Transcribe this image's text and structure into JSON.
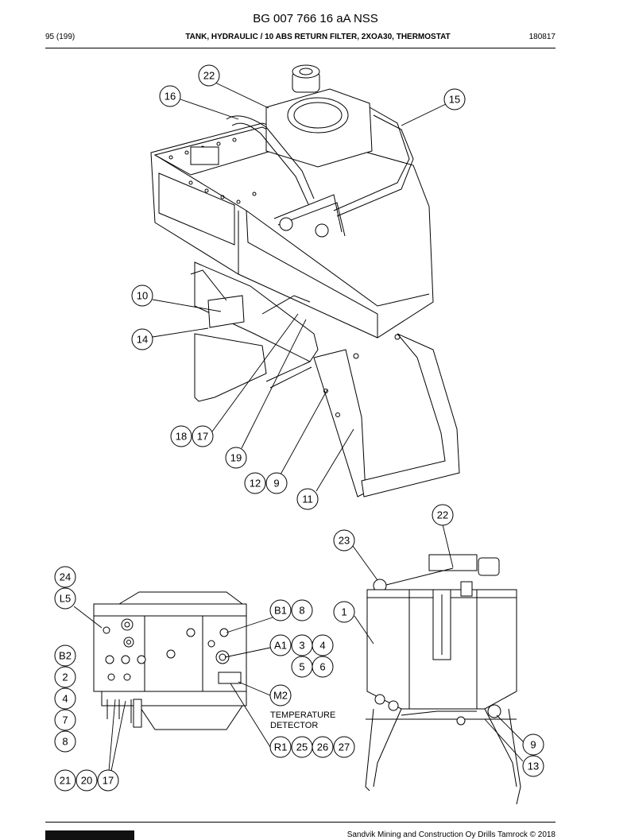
{
  "header": {
    "title": "BG 007 766 16 aA NSS",
    "page": "95 (199)",
    "subtitle": "TANK, HYDRAULIC / 10 ABS RETURN FILTER, 2XOA30, THERMOSTAT",
    "code": "180817"
  },
  "footer": {
    "copyright": "Sandvik Mining and Construction Oy Drills Tamrock © 2018"
  },
  "note": {
    "line1": "TEMPERATURE",
    "line2": "DETECTOR"
  },
  "callouts": {
    "c22a": "22",
    "c16": "16",
    "c15": "15",
    "c10": "10",
    "c14": "14",
    "c18": "18",
    "c17a": "17",
    "c19": "19",
    "c12": "12",
    "c9a": "9",
    "c11": "11",
    "c22b": "22",
    "c23": "23",
    "c1": "1",
    "c9b": "9",
    "c13": "13",
    "c24": "24",
    "cL5": "L5",
    "cB2": "B2",
    "c2": "2",
    "c4": "4",
    "c7": "7",
    "c8a": "8",
    "c21": "21",
    "c20": "20",
    "c17b": "17",
    "cB1": "B1",
    "c8b": "8",
    "cA1": "A1",
    "c3": "3",
    "c4b": "4",
    "c5": "5",
    "c6": "6",
    "cM2": "M2",
    "cR1": "R1",
    "c25": "25",
    "c26": "26",
    "c27": "27"
  }
}
